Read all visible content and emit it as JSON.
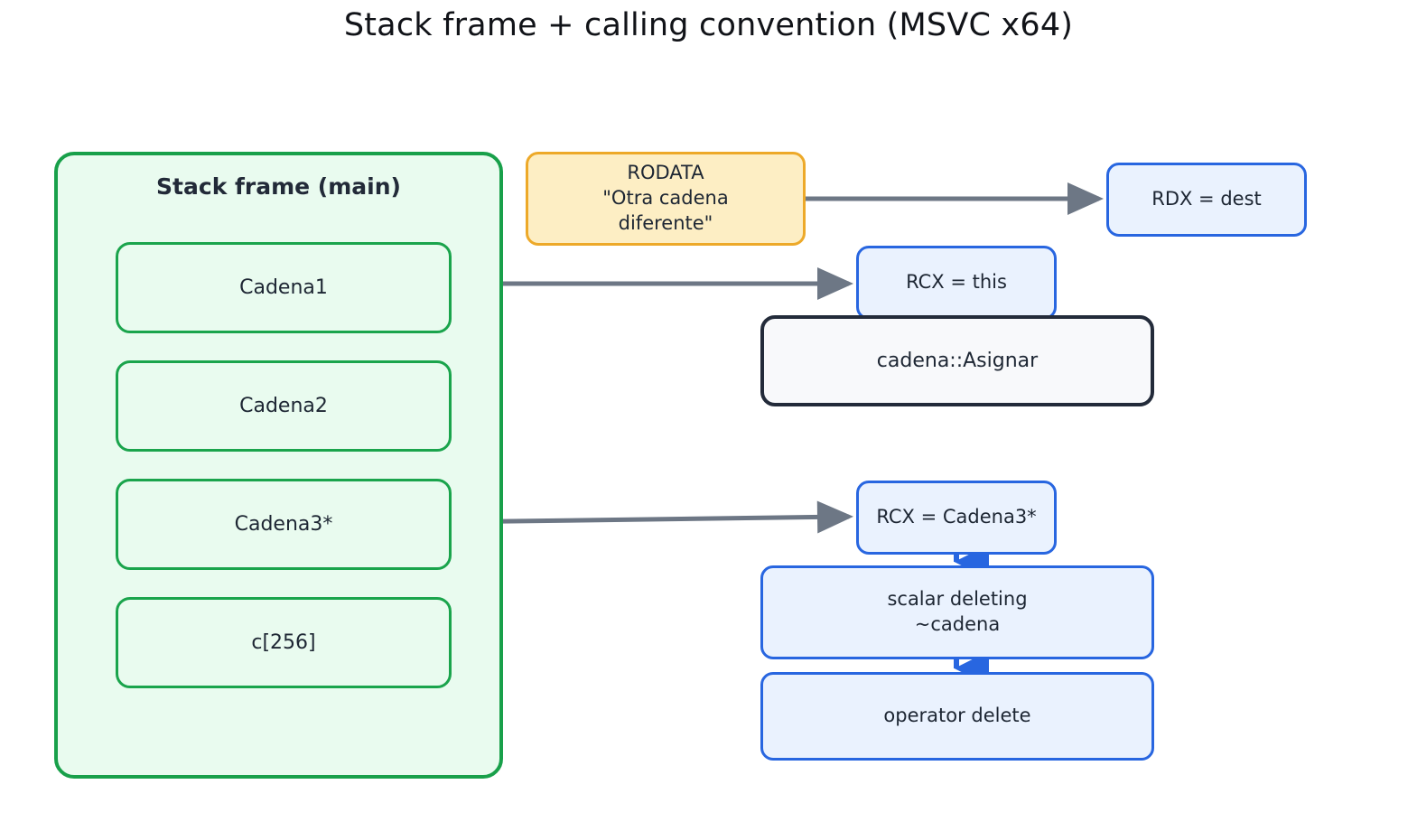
{
  "title": "Stack frame + calling convention (MSVC x64)",
  "colors": {
    "background": "#ffffff",
    "title_text": "#111318",
    "node_text": "#1d2633",
    "stack_border": "#18a04a",
    "stack_fill": "#e9fbef",
    "slot_border": "#1aa44c",
    "rodata_border": "#eda929",
    "rodata_fill": "#fdeec4",
    "blue_border": "#2866e0",
    "blue_fill": "#eaf2fe",
    "dark_border": "#232b3a",
    "dark_fill": "#f8f9fb",
    "arrow_gray": "#6d7785",
    "arrow_blue": "#2866e0"
  },
  "stack_frame": {
    "title": "Stack frame (main)",
    "slots": [
      {
        "label": "Cadena1"
      },
      {
        "label": "Cadena2"
      },
      {
        "label": "Cadena3*"
      },
      {
        "label": "c[256]"
      }
    ]
  },
  "rodata": {
    "line1": "RODATA",
    "line2": "\"Otra cadena",
    "line3": "diferente\""
  },
  "nodes": {
    "rdx_dest": "RDX = dest",
    "rcx_this": "RCX = this",
    "cadena_asignar": "cadena::Asignar",
    "rcx_cadena3": "RCX = Cadena3*",
    "scalar_deleting_line1": "scalar deleting",
    "scalar_deleting_line2": "~cadena",
    "operator_delete": "operator delete"
  },
  "edges": [
    {
      "name": "cadena1-to-rcx-this",
      "from": "Cadena1",
      "to": "RCX = this",
      "style": "gray-arrow"
    },
    {
      "name": "rodata-to-rdx",
      "from": "RODATA",
      "to": "RDX = dest",
      "style": "gray-arrow"
    },
    {
      "name": "cadena3-to-rcx-cadena3",
      "from": "Cadena3*",
      "to": "RCX = Cadena3*",
      "style": "gray-arrow"
    },
    {
      "name": "rcx-this-to-asignar",
      "from": "RCX = this",
      "to": "cadena::Asignar",
      "style": "blue-arrow"
    },
    {
      "name": "rcx-cadena3-to-scalar",
      "from": "RCX = Cadena3*",
      "to": "scalar deleting ~cadena",
      "style": "blue-arrow"
    },
    {
      "name": "scalar-to-opdelete",
      "from": "scalar deleting ~cadena",
      "to": "operator delete",
      "style": "blue-arrow"
    }
  ]
}
